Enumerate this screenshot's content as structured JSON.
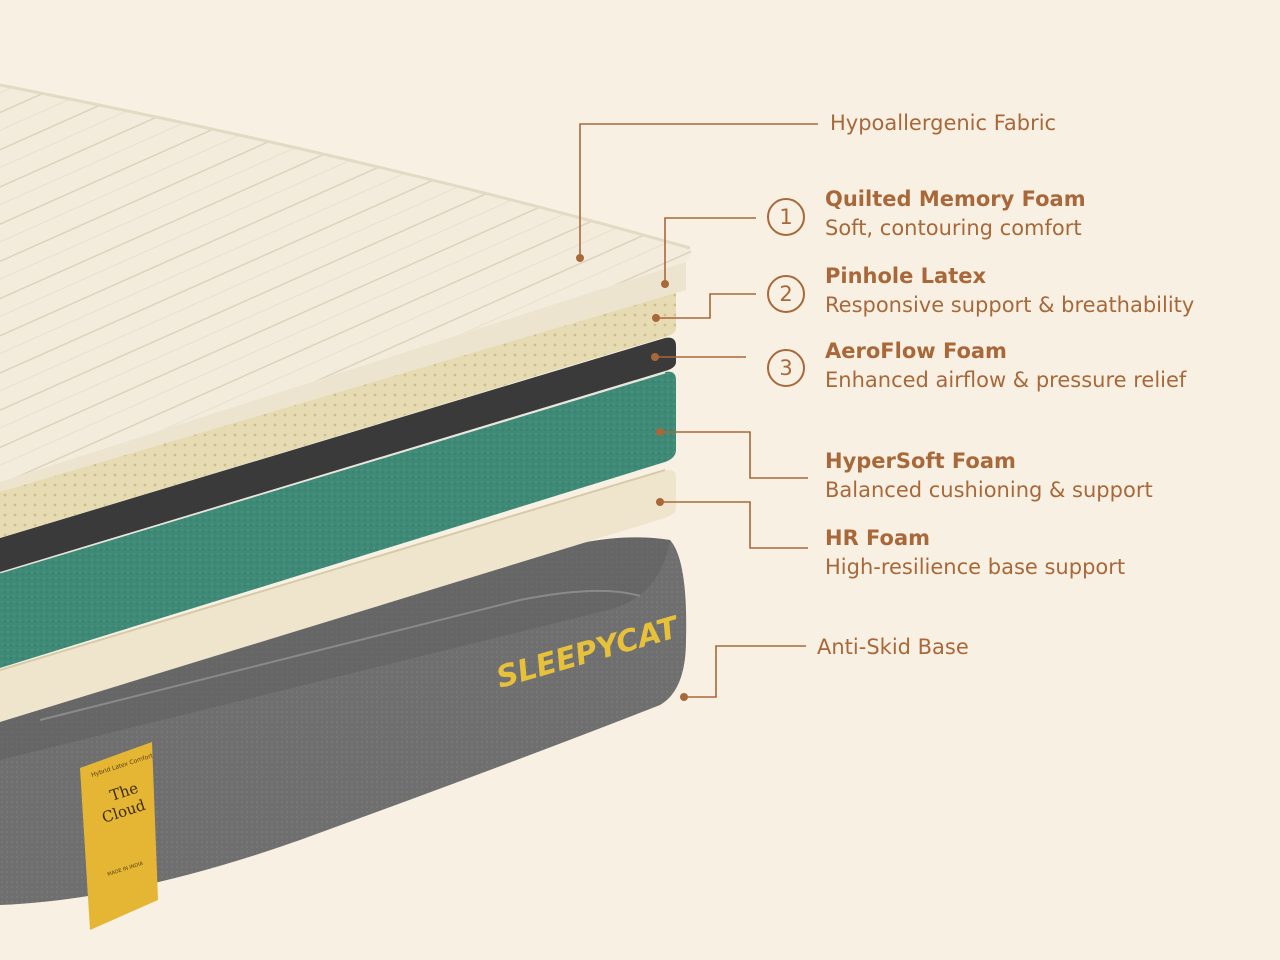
{
  "brand": "SLEEPYCAT",
  "tag": {
    "line1": "Hybrid Latex Comfort",
    "name1": "The",
    "name2": "Cloud",
    "footer": "MADE IN INDIA"
  },
  "layers": [
    {
      "key": "fabric",
      "title": "Hypoallergenic Fabric",
      "desc": "",
      "number": ""
    },
    {
      "key": "quilted",
      "title": "Quilted Memory Foam",
      "desc": "Soft, contouring comfort",
      "number": "1"
    },
    {
      "key": "latex",
      "title": "Pinhole Latex",
      "desc": "Responsive support & breathability",
      "number": "2"
    },
    {
      "key": "aeroflow",
      "title": "AeroFlow Foam",
      "desc": "Enhanced airflow & pressure relief",
      "number": "3"
    },
    {
      "key": "hypersoft",
      "title": "HyperSoft Foam",
      "desc": "Balanced cushioning & support",
      "number": ""
    },
    {
      "key": "hr",
      "title": "HR Foam",
      "desc": "High-resilience base support",
      "number": ""
    },
    {
      "key": "base",
      "title": "Anti-Skid Base",
      "desc": "",
      "number": ""
    }
  ],
  "colors": {
    "accent": "#a8683a",
    "background": "#f8f1e3",
    "fabric": "#f1ead8",
    "latex": "#e9dfb8",
    "aeroflow": "#3b3b3b",
    "hypersoft": "#3f8a76",
    "hr": "#efe5cc",
    "base": "#6c6c6c",
    "brand_yellow": "#e7c13a"
  }
}
